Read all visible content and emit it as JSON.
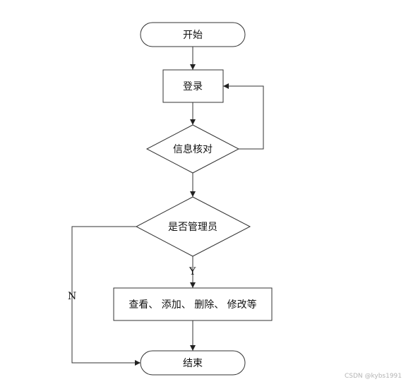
{
  "nodes": {
    "start": "开始",
    "login": "登录",
    "verify": "信息核对",
    "is_admin": "是否管理员",
    "actions": "查看、 添加、 删除、 修改等",
    "end": "结束"
  },
  "branches": {
    "yes": "Y",
    "no": "N"
  },
  "watermark": "CSDN @kybs1991"
}
